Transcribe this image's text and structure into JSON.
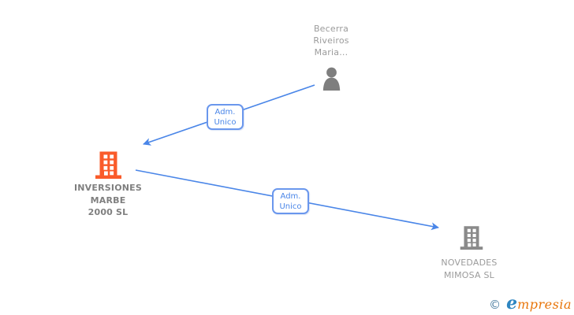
{
  "diagram": {
    "person": {
      "name_lines": [
        "Becerra",
        "Riveiros",
        "Maria..."
      ]
    },
    "main_company": {
      "name_lines": [
        "INVERSIONES",
        "MARBE",
        "2000 SL"
      ]
    },
    "related_company": {
      "name_lines": [
        "NOVEDADES",
        "MIMOSA SL"
      ]
    },
    "relationships": [
      {
        "label_line1": "Adm.",
        "label_line2": "Unico",
        "from": "Becerra Riveiros Maria...",
        "to": "INVERSIONES MARBE 2000 SL"
      },
      {
        "label_line1": "Adm.",
        "label_line2": "Unico",
        "from": "INVERSIONES MARBE 2000 SL",
        "to": "NOVEDADES MIMOSA SL"
      }
    ],
    "colors": {
      "connector_blue": "#4a86e8",
      "main_company_orange": "#fa5b2a",
      "icon_gray": "#8a8a8a",
      "person_icon_gray": "#7e7e7e",
      "main_text_gray": "#7f7f7f",
      "secondary_text_gray": "#9b9b9b"
    }
  },
  "footer": {
    "copyright_symbol": "©",
    "brand_initial": "e",
    "brand_rest": "mpresia",
    "brand_blue": "#2e86c1",
    "brand_orange": "#e8750a"
  }
}
